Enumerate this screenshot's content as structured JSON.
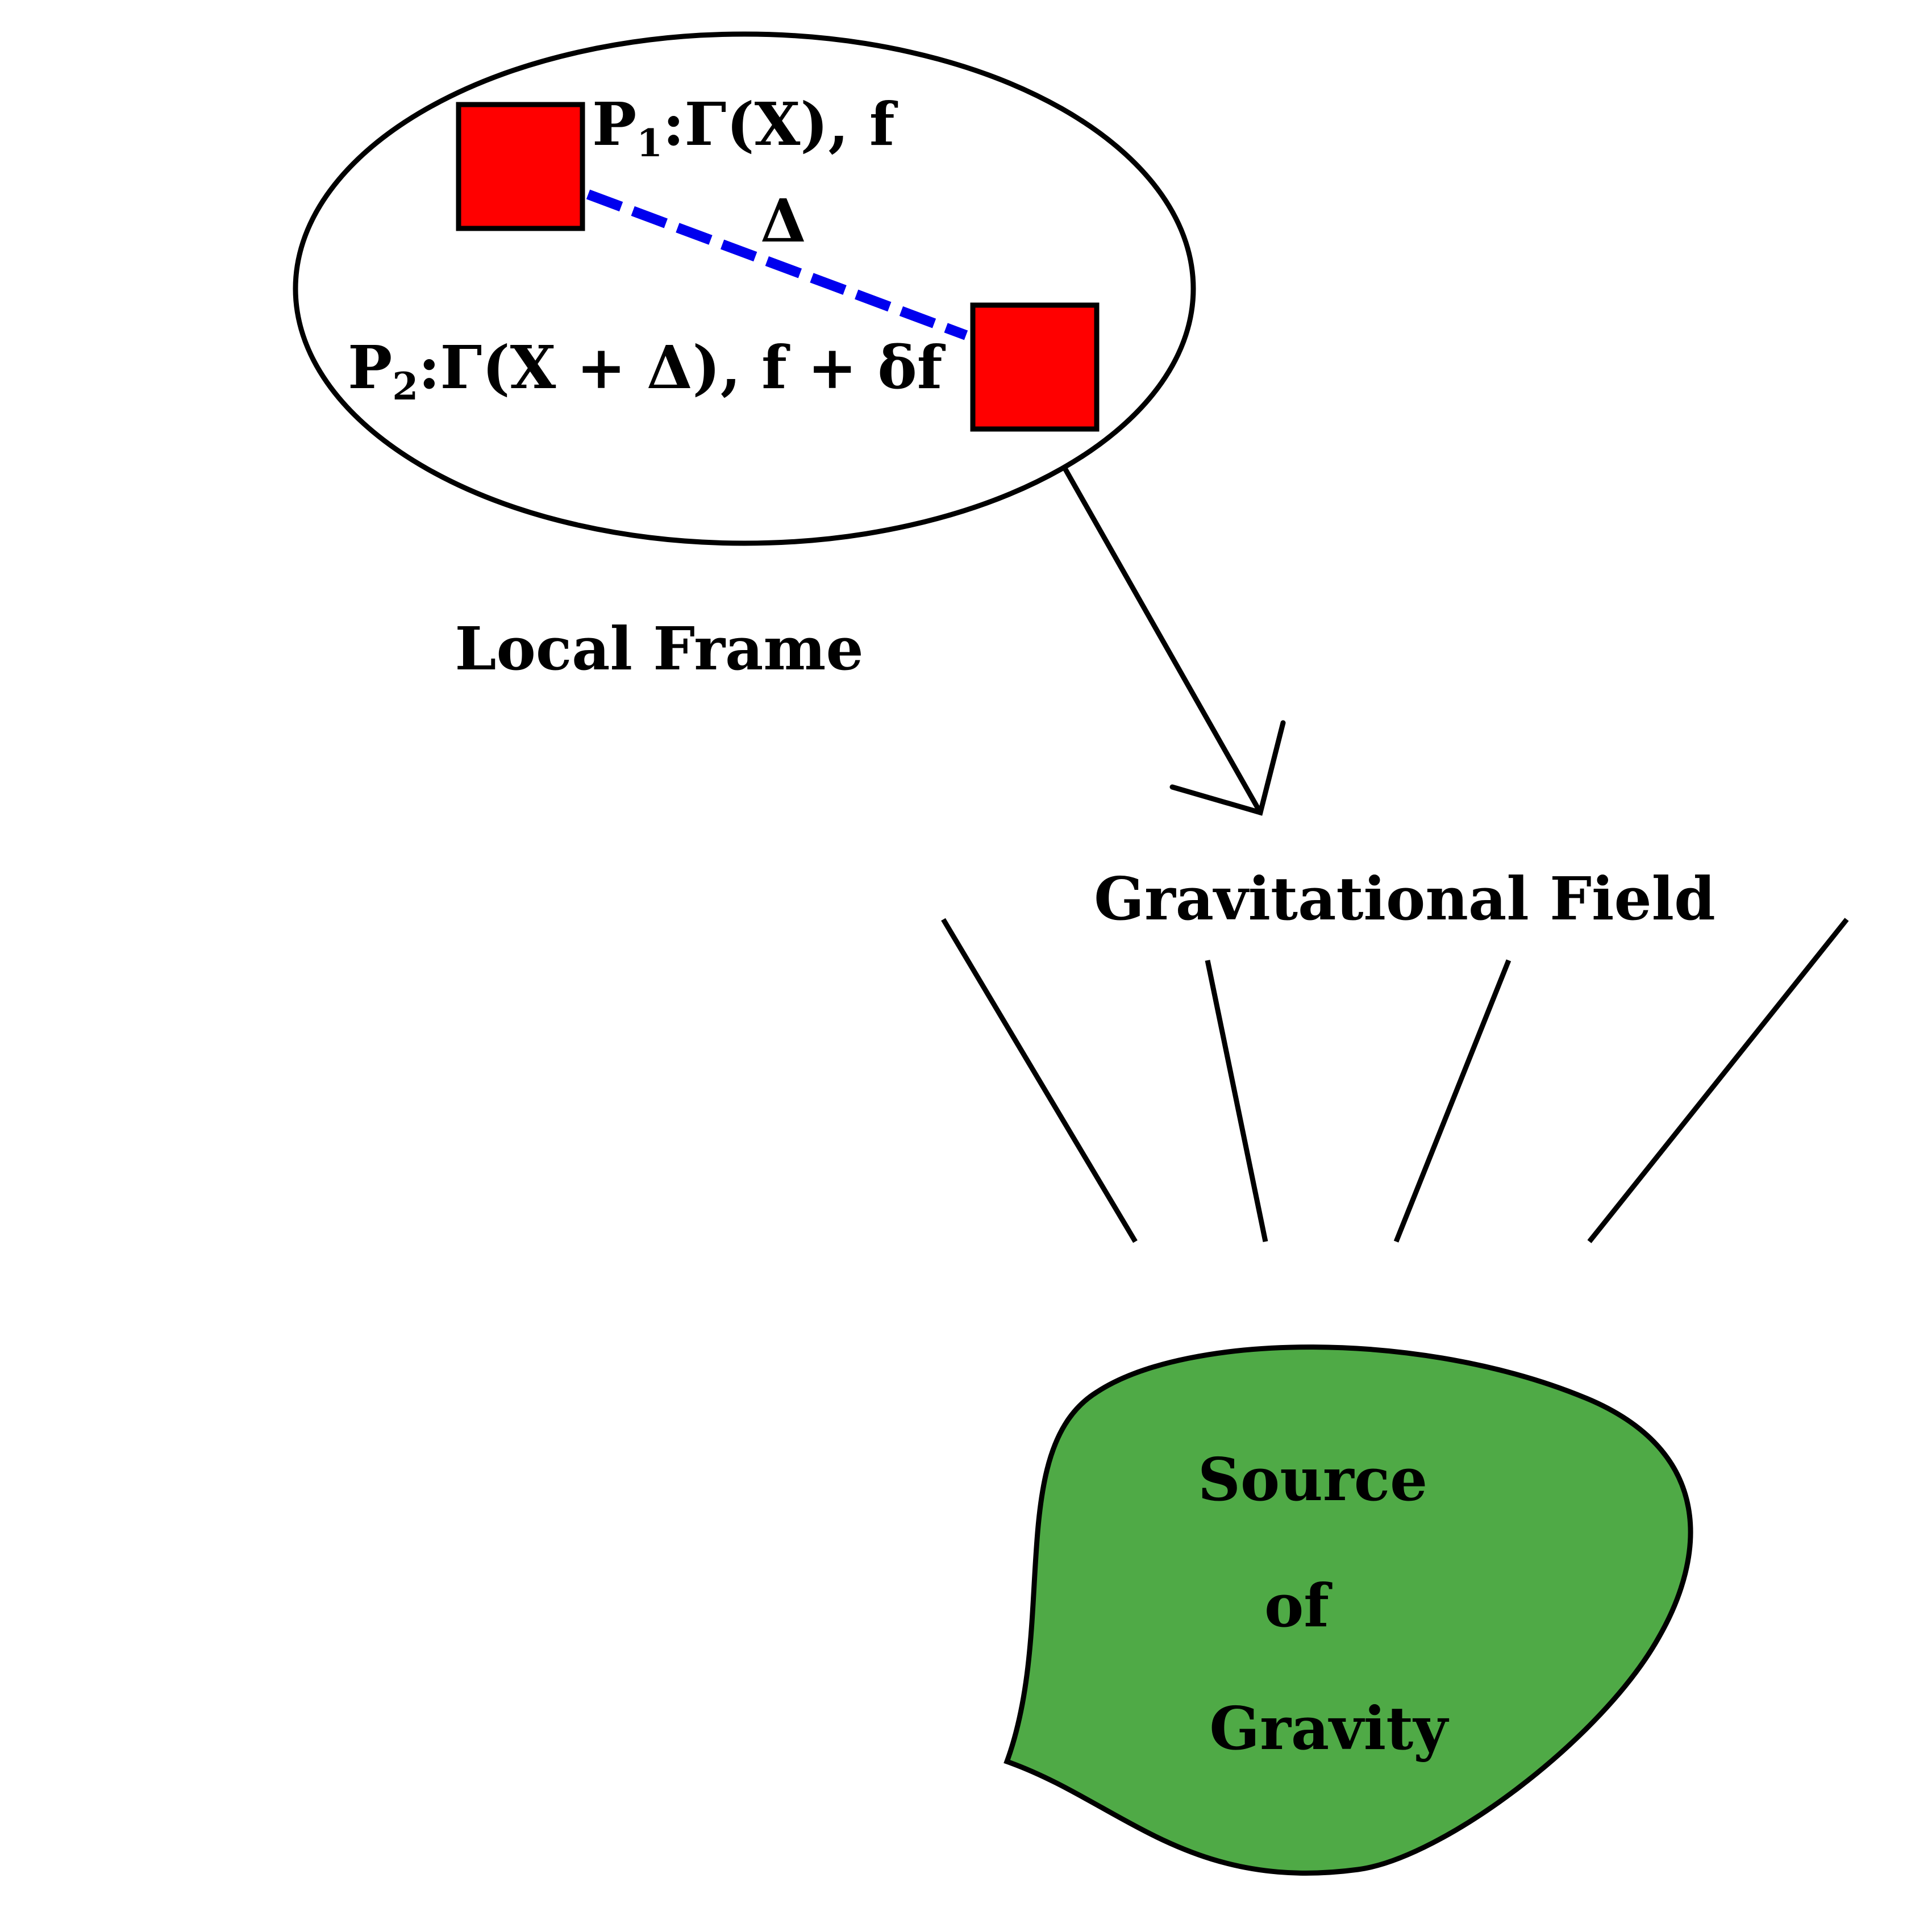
{
  "colors": {
    "stroke": "#000000",
    "particle_fill": "#ff0000",
    "dashed_link": "#0000ee",
    "source_fill": "#4faa46",
    "background": "#ffffff"
  },
  "local_frame": {
    "label": "Local Frame",
    "particle1": {
      "name": "P",
      "index": "1",
      "expr": ":Γ(X), f"
    },
    "particle2": {
      "name": "P",
      "index": "2",
      "expr": ":Γ(X + Δ), f + δf"
    },
    "separation_label": "Δ"
  },
  "field": {
    "label": "Gravitational Field"
  },
  "source": {
    "line1": "Source",
    "line2": "of",
    "line3": "Gravity"
  }
}
